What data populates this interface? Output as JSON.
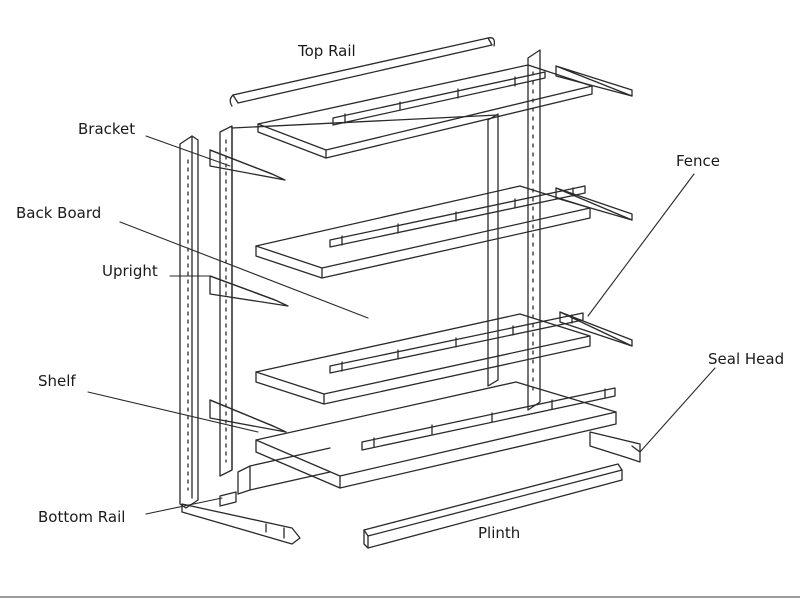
{
  "labels": {
    "top_rail": "Top Rail",
    "bracket": "Bracket",
    "back_board": "Back Board",
    "upright": "Upright",
    "shelf": "Shelf",
    "bottom_rail": "Bottom Rail",
    "fence": "Fence",
    "seal_head": "Seal Head",
    "plinth": "Plinth"
  },
  "colors": {
    "line": "#2a2a2a",
    "paper": "#ffffff",
    "frame": "#9a9a9a"
  }
}
